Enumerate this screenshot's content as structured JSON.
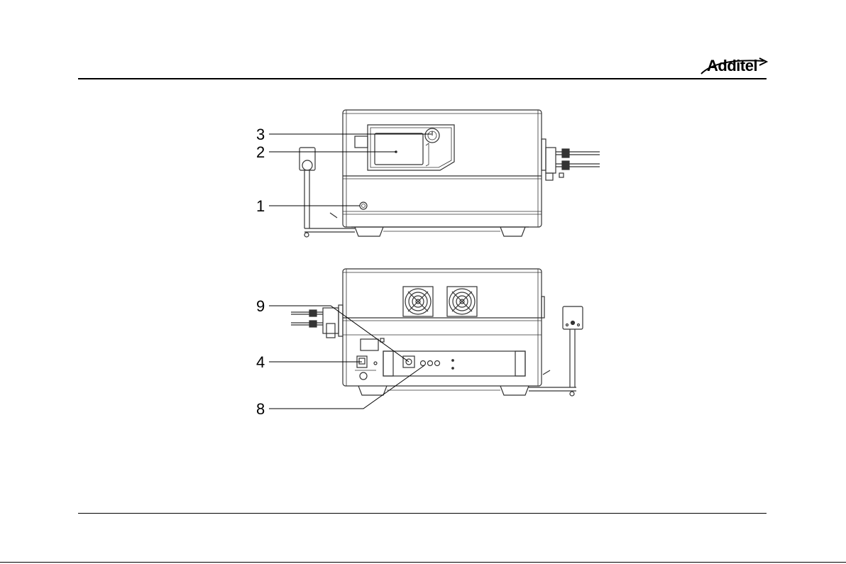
{
  "header": {
    "logo_text": "Additel"
  },
  "callouts": {
    "c1": "1",
    "c2": "2",
    "c3": "3",
    "c4": "4",
    "c8": "8",
    "c9": "9"
  },
  "colors": {
    "ink": "#000000",
    "line": "#333333",
    "background": "#ffffff"
  }
}
